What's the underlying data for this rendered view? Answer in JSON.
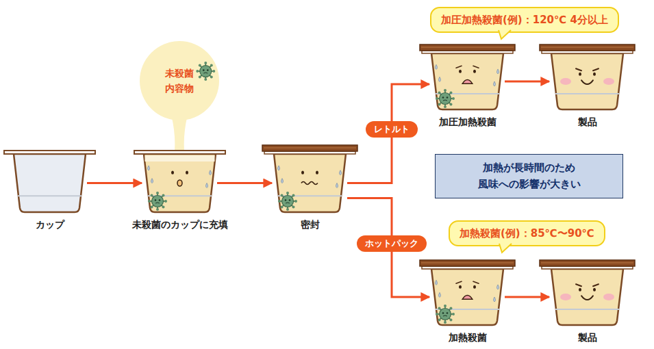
{
  "diagram": {
    "nodes": [
      {
        "text": [
          "カップ"
        ]
      },
      {
        "text": [
          "未殺菌 内容物"
        ]
      },
      {
        "text": [
          "未殺菌のカップに充填"
        ]
      },
      {
        "text": [
          "密封"
        ]
      },
      {
        "text": [
          "加圧加熱殺菌(例)：120℃ 4分以上"
        ]
      },
      {
        "text": [
          "加圧加熱殺菌"
        ]
      },
      {
        "text": [
          "製品"
        ]
      },
      {
        "text": [
          "加熱が長時間のため 風味への影響が大きい"
        ]
      },
      {
        "text": [
          "加熱殺菌(例)：85℃〜90℃"
        ]
      },
      {
        "text": [
          "加熱殺菌"
        ]
      },
      {
        "text": [
          "製品"
        ]
      }
    ],
    "edges": [
      {
        "from": 0,
        "to": 2,
        "arrow": "to"
      },
      {
        "from": 2,
        "to": 3,
        "arrow": "to"
      },
      {
        "from": 3,
        "to": 5,
        "label": "レトルト",
        "arrow": "to"
      },
      {
        "from": 3,
        "to": 9,
        "label": "ホットパック",
        "arrow": "to"
      },
      {
        "from": 5,
        "to": 6,
        "arrow": "to"
      },
      {
        "from": 9,
        "to": 10,
        "arrow": "to"
      }
    ]
  }
}
